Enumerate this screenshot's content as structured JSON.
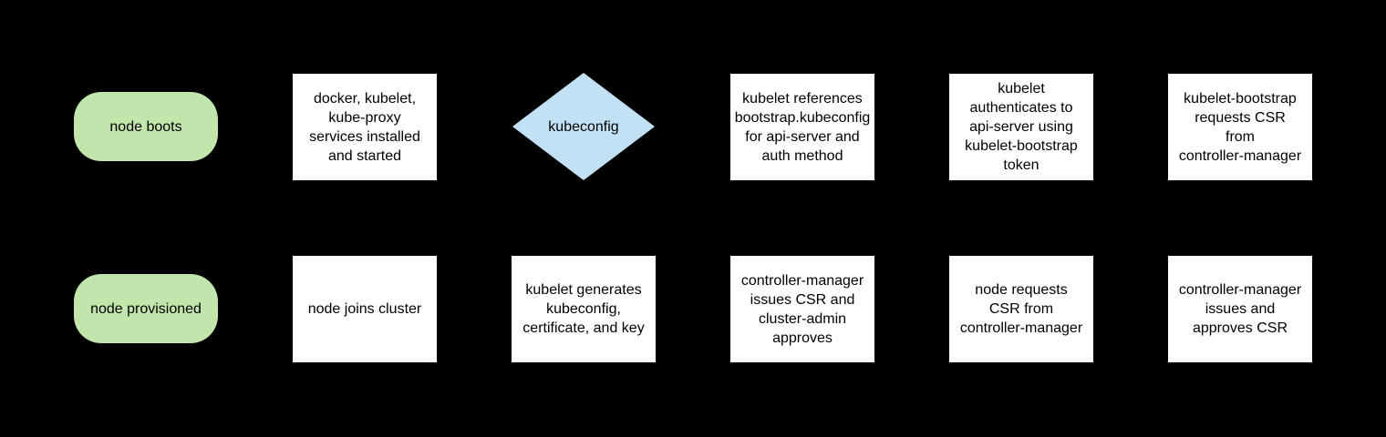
{
  "colors": {
    "background": "#000000",
    "terminator_fill": "#c1e5ab",
    "decision_fill": "#c1e2f4",
    "process_fill": "#ffffff",
    "text": "#000000"
  },
  "nodes": [
    {
      "id": "node-boots",
      "shape": "terminator",
      "label": "node boots"
    },
    {
      "id": "services-installed",
      "shape": "process",
      "label": "docker, kubelet,\nkube-proxy\nservices installed\nand started"
    },
    {
      "id": "kubeconfig",
      "shape": "decision",
      "label": "kubeconfig"
    },
    {
      "id": "kubelet-references-bootstrap",
      "shape": "process",
      "label": "kubelet references\nbootstrap.kubeconfig\nfor api-server and\nauth method"
    },
    {
      "id": "kubelet-authenticates",
      "shape": "process",
      "label": "kubelet\nauthenticates to\napi-server using\nkubelet-bootstrap\ntoken"
    },
    {
      "id": "kubelet-bootstrap-requests-csr",
      "shape": "process",
      "label": "kubelet-bootstrap\nrequests CSR\nfrom\ncontroller-manager"
    },
    {
      "id": "node-provisioned",
      "shape": "terminator",
      "label": "node provisioned"
    },
    {
      "id": "node-joins-cluster",
      "shape": "process",
      "label": "node joins cluster"
    },
    {
      "id": "kubelet-generates",
      "shape": "process",
      "label": "kubelet generates\nkubeconfig,\ncertificate, and key"
    },
    {
      "id": "cm-issues-csr-admin-approves",
      "shape": "process",
      "label": "controller-manager\nissues CSR and\ncluster-admin\napproves"
    },
    {
      "id": "node-requests-csr",
      "shape": "process",
      "label": "node requests\nCSR from\ncontroller-manager"
    },
    {
      "id": "cm-issues-and-approves-csr",
      "shape": "process",
      "label": "controller-manager\nissues and\napproves CSR"
    }
  ]
}
